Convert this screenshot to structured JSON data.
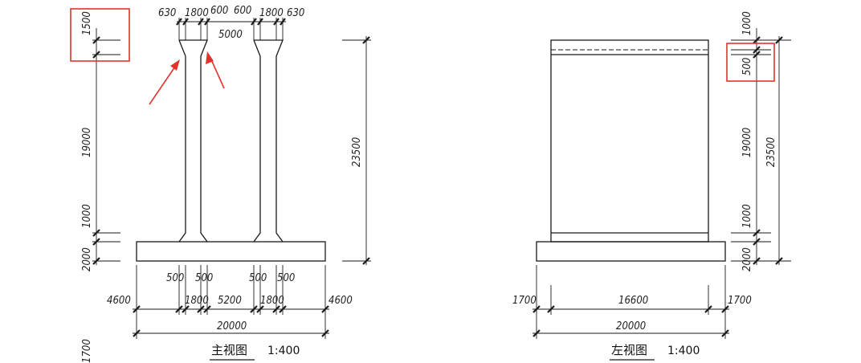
{
  "front_view": {
    "title": "主视图",
    "scale": "1:400",
    "top_dims": [
      "630",
      "1800",
      "600",
      "600",
      "1800",
      "630"
    ],
    "top_total": "5000",
    "left_vertical": [
      "1500",
      "19000",
      "1000",
      "2000"
    ],
    "right_vertical": "23500",
    "bottom_dims_row1": [
      "500",
      "500",
      "500",
      "500"
    ],
    "bottom_dims_row2": [
      "4600",
      "1800",
      "5200",
      "1800",
      "4600"
    ],
    "bottom_total": "20000",
    "extra_label": "1700"
  },
  "side_view": {
    "title": "左视图",
    "scale": "1:400",
    "right_vertical_inner": [
      "1000",
      "500",
      "19000",
      "1000",
      "2000"
    ],
    "right_vertical_outer": "23500",
    "bottom_dims": [
      "1700",
      "16600",
      "1700"
    ],
    "bottom_total": "20000"
  },
  "annotations": {
    "highlight_color": "#e0342c"
  }
}
